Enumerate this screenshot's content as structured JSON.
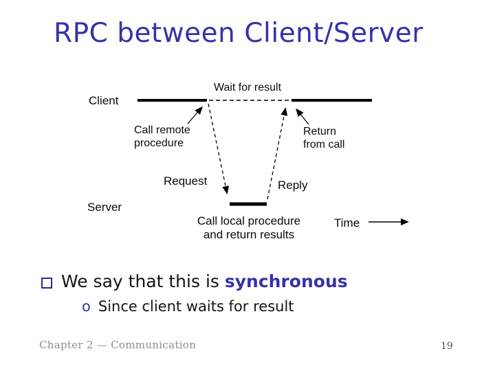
{
  "slide": {
    "title": "RPC between Client/Server",
    "bullets": {
      "main": {
        "icon": "square-outline",
        "text": "We say that this is ",
        "accent": "synchronous"
      },
      "sub": {
        "marker": "o",
        "text": "Since client waits for result"
      }
    },
    "footer": {
      "chapter": "Chapter 2 — Communication",
      "page": "19"
    }
  },
  "diagram": {
    "client_label": "Client",
    "server_label": "Server",
    "wait_label": "Wait for result",
    "call_remote": [
      "Call remote",
      "procedure"
    ],
    "request_label": "Request",
    "reply_label": "Reply",
    "return_from_call": [
      "Return",
      "from call"
    ],
    "call_local": [
      "Call local procedure",
      "and return results"
    ],
    "time_label": "Time"
  },
  "colors": {
    "title_blue": "#3533A8",
    "accent_blue": "#3533A8",
    "bullet_navy": "#2B2B8F",
    "diagram_black": "#000000",
    "footer_gray": "#8E8E8E"
  }
}
